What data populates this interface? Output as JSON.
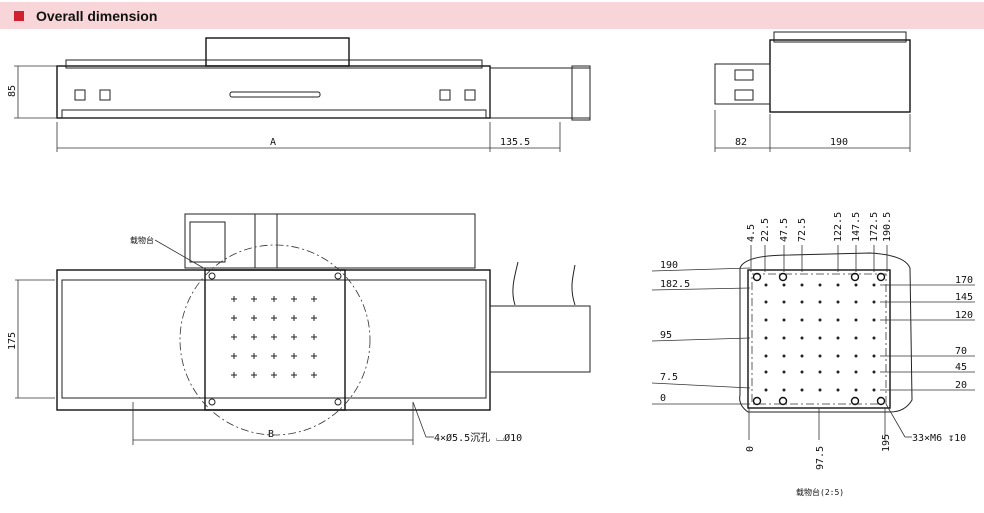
{
  "header": {
    "title": "Overall dimension",
    "accent": "#d0202f",
    "background": "#f7d5d8"
  },
  "front_view": {
    "height": "85",
    "length": "A",
    "motor_length": "135.5"
  },
  "end_view": {
    "width_left": "82",
    "width_right": "190"
  },
  "top_view": {
    "width": "175",
    "pitch": "B",
    "stage_label": "载物台",
    "hole_note": "4×Ø5.5沉孔 ⌴Ø10"
  },
  "stage_detail": {
    "x_dims": [
      "4.5",
      "22.5",
      "47.5",
      "72.5",
      "122.5",
      "147.5",
      "172.5",
      "190.5"
    ],
    "y_dims_left": [
      "190",
      "182.5",
      "95",
      "7.5",
      "0"
    ],
    "y_dims_right": [
      "170",
      "145",
      "120",
      "70",
      "45",
      "20"
    ],
    "bottom_dims": [
      "0",
      "97.5",
      "195"
    ],
    "thread_note": "33×M6 ↧10",
    "caption": "载物台(2:5)"
  }
}
